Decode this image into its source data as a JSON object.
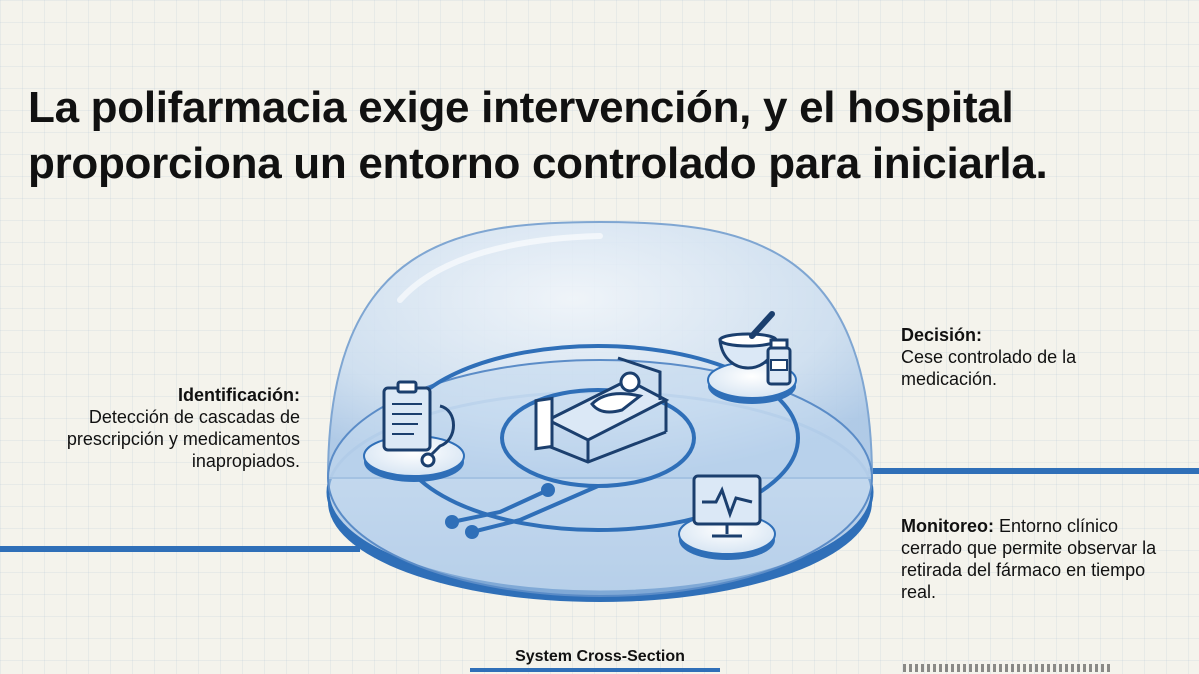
{
  "title": "La polifarmacia exige intervención, y el hospital proporciona un entorno controlado para iniciarla.",
  "callouts": {
    "identificacion": {
      "heading": "Identificación:",
      "body": "Detección de cascadas de prescripción y medicamentos inapropiados."
    },
    "decision": {
      "heading": "Decisión:",
      "body": "Cese controlado de la medicación."
    },
    "monitoreo": {
      "heading": "Monitoreo:",
      "body": "Entorno clínico cerrado que permite observar la retirada del fármaco en tiempo real."
    }
  },
  "caption": "System Cross-Section",
  "icons": [
    "clipboard-stethoscope-icon",
    "hospital-bed-patient-icon",
    "mortar-pestle-icon",
    "medicine-bottle-icon",
    "heart-monitor-icon"
  ],
  "colors": {
    "background": "#f4f3ec",
    "accent_blue": "#2f6fb8",
    "dome_fill": "#cfe0f2",
    "icon_fill": "#dbe8f6"
  }
}
